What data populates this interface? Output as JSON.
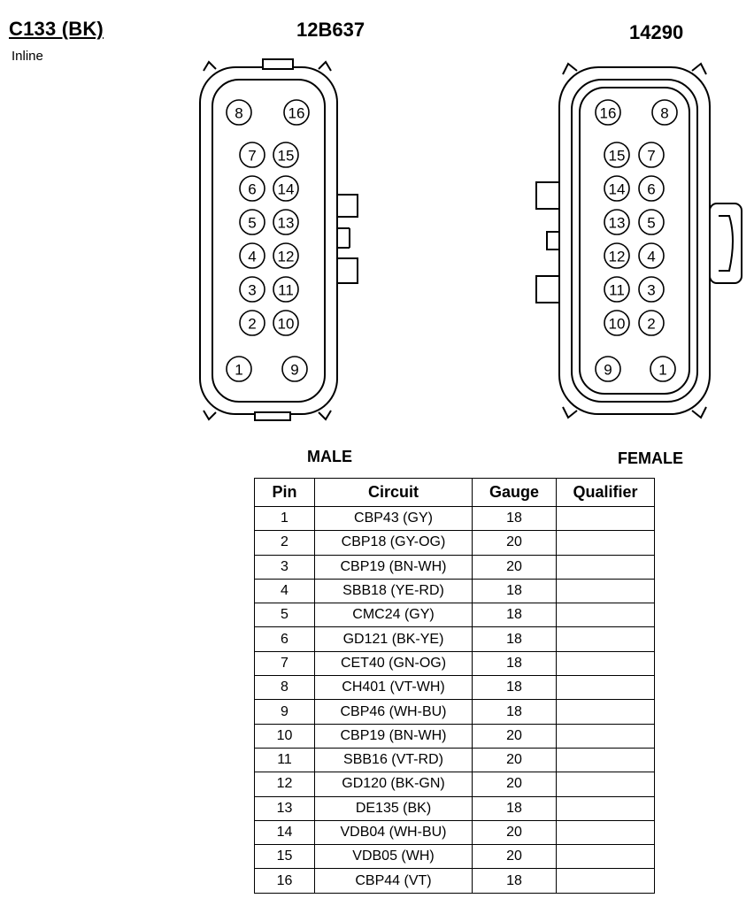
{
  "header": {
    "connector_id": "C133 (BK)",
    "location": "Inline",
    "male_part_number": "12B637",
    "female_part_number": "14290"
  },
  "labels": {
    "male": "MALE",
    "female": "FEMALE"
  },
  "connector_male": {
    "rows": [
      [
        "8",
        "16"
      ],
      [
        "7",
        "15"
      ],
      [
        "6",
        "14"
      ],
      [
        "5",
        "13"
      ],
      [
        "4",
        "12"
      ],
      [
        "3",
        "11"
      ],
      [
        "2",
        "10"
      ],
      [
        "1",
        "9"
      ]
    ]
  },
  "connector_female": {
    "rows": [
      [
        "16",
        "8"
      ],
      [
        "15",
        "7"
      ],
      [
        "14",
        "6"
      ],
      [
        "13",
        "5"
      ],
      [
        "12",
        "4"
      ],
      [
        "11",
        "3"
      ],
      [
        "10",
        "2"
      ],
      [
        "9",
        "1"
      ]
    ]
  },
  "table": {
    "headers": {
      "pin": "Pin",
      "circuit": "Circuit",
      "gauge": "Gauge",
      "qualifier": "Qualifier"
    },
    "rows": [
      {
        "pin": "1",
        "circuit": "CBP43 (GY)",
        "gauge": "18",
        "qualifier": ""
      },
      {
        "pin": "2",
        "circuit": "CBP18 (GY-OG)",
        "gauge": "20",
        "qualifier": ""
      },
      {
        "pin": "3",
        "circuit": "CBP19 (BN-WH)",
        "gauge": "20",
        "qualifier": ""
      },
      {
        "pin": "4",
        "circuit": "SBB18 (YE-RD)",
        "gauge": "18",
        "qualifier": ""
      },
      {
        "pin": "5",
        "circuit": "CMC24 (GY)",
        "gauge": "18",
        "qualifier": ""
      },
      {
        "pin": "6",
        "circuit": "GD121 (BK-YE)",
        "gauge": "18",
        "qualifier": ""
      },
      {
        "pin": "7",
        "circuit": "CET40 (GN-OG)",
        "gauge": "18",
        "qualifier": ""
      },
      {
        "pin": "8",
        "circuit": "CH401 (VT-WH)",
        "gauge": "18",
        "qualifier": ""
      },
      {
        "pin": "9",
        "circuit": "CBP46 (WH-BU)",
        "gauge": "18",
        "qualifier": ""
      },
      {
        "pin": "10",
        "circuit": "CBP19 (BN-WH)",
        "gauge": "20",
        "qualifier": ""
      },
      {
        "pin": "11",
        "circuit": "SBB16 (VT-RD)",
        "gauge": "20",
        "qualifier": ""
      },
      {
        "pin": "12",
        "circuit": "GD120 (BK-GN)",
        "gauge": "20",
        "qualifier": ""
      },
      {
        "pin": "13",
        "circuit": "DE135 (BK)",
        "gauge": "18",
        "qualifier": ""
      },
      {
        "pin": "14",
        "circuit": "VDB04 (WH-BU)",
        "gauge": "20",
        "qualifier": ""
      },
      {
        "pin": "15",
        "circuit": "VDB05 (WH)",
        "gauge": "20",
        "qualifier": ""
      },
      {
        "pin": "16",
        "circuit": "CBP44 (VT)",
        "gauge": "18",
        "qualifier": ""
      }
    ]
  }
}
